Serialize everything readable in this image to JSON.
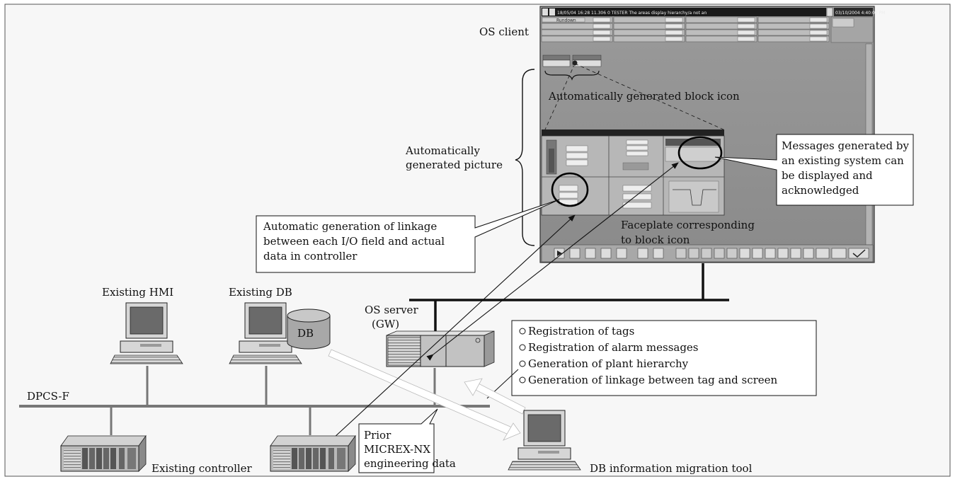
{
  "labels": {
    "os_client": "OS client",
    "auto_block_icon": "Automatically generated block icon",
    "auto_picture_line1": "Automatically",
    "auto_picture_line2": "generated picture",
    "faceplate_line1": "Faceplate corresponding",
    "faceplate_line2": "to block icon",
    "existing_hmi": "Existing HMI",
    "existing_db": "Existing DB",
    "db": "DB",
    "os_server_line1": "OS server",
    "os_server_line2": "(GW)",
    "network": "DPCS-F",
    "existing_controller": "Existing controller",
    "migration_tool": "DB information migration tool"
  },
  "callouts": {
    "messages": [
      "Messages generated by",
      "an existing system can",
      "be displayed and",
      "acknowledged"
    ],
    "linkage": [
      "Automatic generation of linkage",
      "between each I/O field and actual",
      "data in controller"
    ],
    "prior": [
      "Prior",
      "MICREX-NX",
      "engineering data"
    ]
  },
  "registration_items": [
    "Registration of tags",
    "Registration of alarm messages",
    "Generation of plant hierarchy",
    "Generation of linkage between tag and screen"
  ],
  "screen_text": {
    "title_bar": "18/05/04   16:28 11.306    0    TESTER                    The areas display hierarchy/a not an",
    "clock": "03/10/2004 4:40:07 PM",
    "row_label": "Rundown"
  }
}
